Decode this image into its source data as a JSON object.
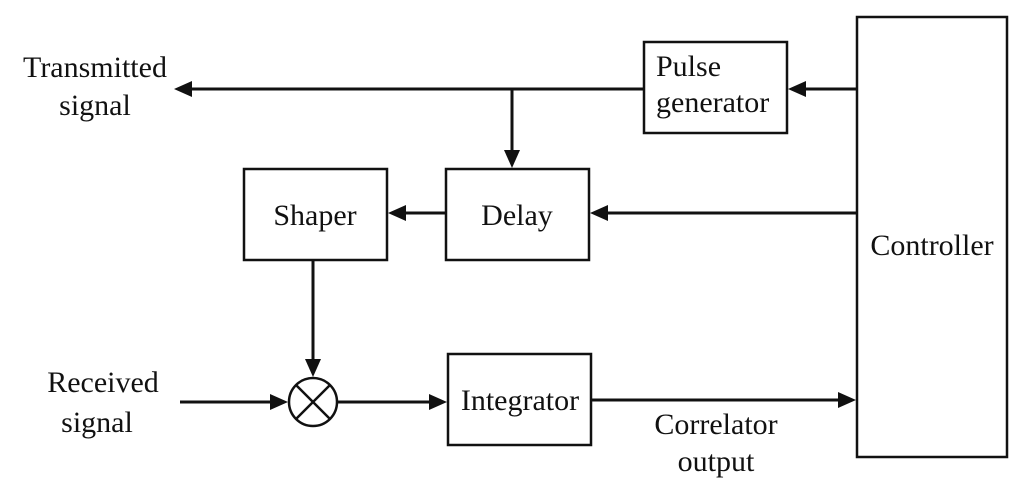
{
  "blocks": {
    "pulse_generator": {
      "line1": "Pulse",
      "line2": "generator"
    },
    "delay": "Delay",
    "shaper": "Shaper",
    "integrator": "Integrator",
    "controller": "Controller"
  },
  "io_labels": {
    "transmitted": {
      "line1": "Transmitted",
      "line2": "signal"
    },
    "received": {
      "line1": "Received",
      "line2": "signal"
    },
    "correlator": {
      "line1": "Correlator",
      "line2": "output"
    }
  },
  "colors": {
    "stroke": "#111111",
    "background": "#ffffff"
  },
  "icons": {
    "multiplier": "circled-times-icon"
  }
}
